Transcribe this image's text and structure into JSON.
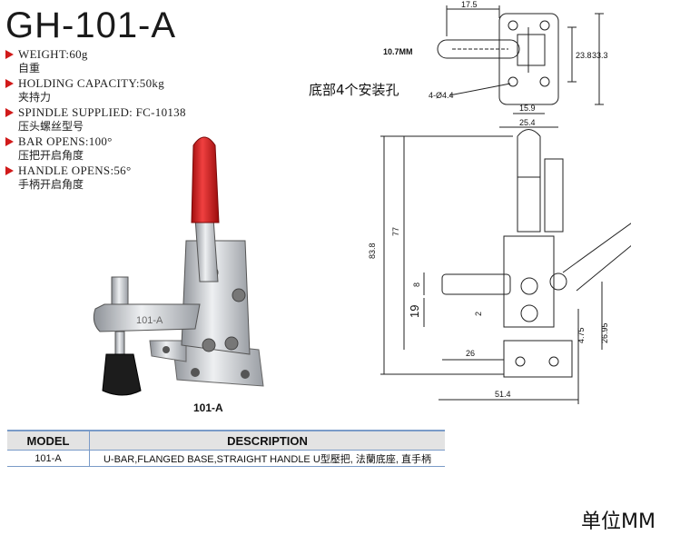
{
  "title": "GH-101-A",
  "specs": [
    {
      "en": "WEIGHT:60g",
      "zh": "自重"
    },
    {
      "en": "HOLDING CAPACITY:50kg",
      "zh": "夹持力"
    },
    {
      "en": "SPINDLE SUPPLIED: FC-10138",
      "zh": "压头螺丝型号"
    },
    {
      "en": "BAR OPENS:100°",
      "zh": "压把开启角度"
    },
    {
      "en": "HANDLE OPENS:56°",
      "zh": "手柄开启角度"
    }
  ],
  "photo": {
    "caption": "101-A",
    "stamp": "101-A"
  },
  "drawing": {
    "base_note": "底部4个安装孔",
    "top_view": {
      "w1": "17.5",
      "w2": "15.9",
      "w3": "25.4",
      "h1": "23.8",
      "h2": "33.3",
      "bar": "10.7MM",
      "holes": "4-Ø4.4"
    },
    "side_view": {
      "total_h": "83.8",
      "h77": "77",
      "d8": "8",
      "d19": "19",
      "d2": "2",
      "d26": "26",
      "d514": "51.4",
      "d475": "4.75",
      "d2695": "26.95"
    }
  },
  "table": {
    "headers": [
      "MODEL",
      "DESCRIPTION"
    ],
    "rows": [
      {
        "model": "101-A",
        "desc": "U-BAR,FLANGED BASE,STRAIGHT HANDLE U型壓把, 法蘭底座, 直手柄"
      }
    ]
  },
  "unit": "单位MM",
  "colors": {
    "handle_red": "#d21f1f",
    "table_border": "#7a9bc8",
    "header_bg": "#e3e3e3"
  }
}
